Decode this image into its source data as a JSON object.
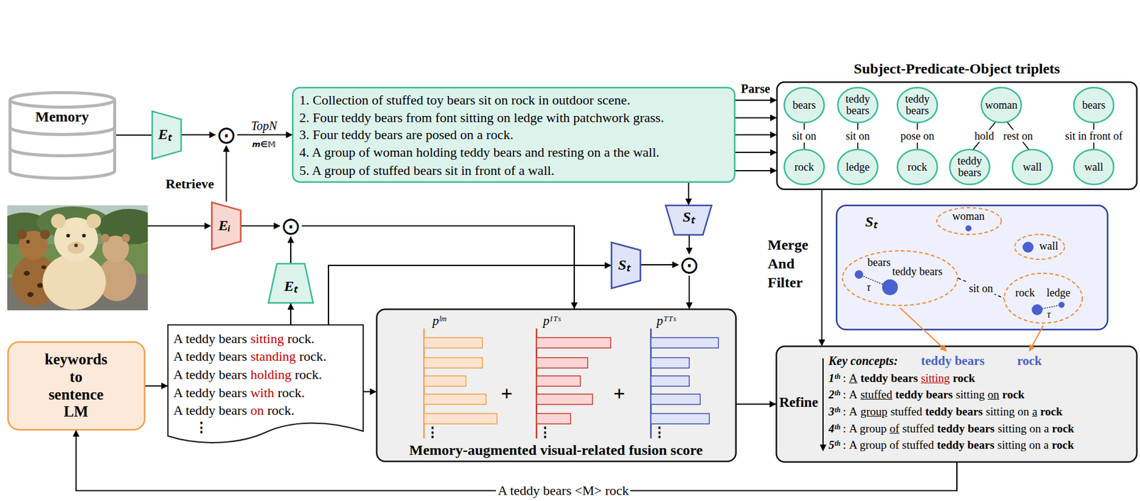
{
  "diagram": {
    "nodes": [
      {
        "text": [
          "Memory"
        ]
      },
      {
        "text": [
          "Eₜ"
        ]
      },
      {
        "text": [
          "⊙"
        ]
      },
      {
        "text": [
          "1. Collection of stuffed toy bears sit on rock in outdoor scene.",
          "2. Four teddy bears from font sitting on ledge with patchwork grass.",
          "3. Four teddy bears are posed on a rock.",
          "4. A group of woman holding teddy bears and resting on a the wall.",
          "5. A group of stuffed bears sit in front of a wall."
        ]
      },
      {
        "text": [
          "Subject-Predicate-Object triplets"
        ]
      },
      {
        "text": [
          "bears"
        ],
        "in": 4
      },
      {
        "text": [
          "teddy bears"
        ],
        "in": 4
      },
      {
        "text": [
          "teddy bears"
        ],
        "in": 4
      },
      {
        "text": [
          "woman"
        ],
        "in": 4
      },
      {
        "text": [
          "bears"
        ],
        "in": 4
      },
      {
        "text": [
          "rock"
        ],
        "in": 4
      },
      {
        "text": [
          "ledge"
        ],
        "in": 4
      },
      {
        "text": [
          "rock"
        ],
        "in": 4
      },
      {
        "text": [
          "teddy bears"
        ],
        "in": 4
      },
      {
        "text": [
          "wall"
        ],
        "in": 4
      },
      {
        "text": [
          "wall"
        ],
        "in": 4
      },
      {
        "text": [
          "Eᵢ"
        ]
      },
      {
        "text": [
          "⊙"
        ]
      },
      {
        "text": [
          "Sₜ"
        ]
      },
      {
        "text": [
          "Sₜ"
        ]
      },
      {
        "text": [
          "⊙"
        ]
      },
      {
        "text": [
          "Sₜ"
        ]
      },
      {
        "text": [
          "woman"
        ],
        "in": 21
      },
      {
        "text": [
          "wall"
        ],
        "in": 21
      },
      {
        "text": [
          "bears",
          "teddy bears",
          "τ"
        ],
        "in": 21
      },
      {
        "text": [
          "rock",
          "ledge",
          "τ"
        ],
        "in": 21
      },
      {
        "text": [
          "Eₜ"
        ]
      },
      {
        "text": [
          "keywords to sentence LM"
        ]
      },
      {
        "text": [
          "A teddy bears",
          "sitting",
          "rock.",
          "A teddy bears",
          "standing",
          "rock.",
          "A teddy bears",
          "holding",
          "rock.",
          "A teddy bears",
          "with",
          "rock.",
          "A teddy bears",
          "on",
          "rock.",
          "⋮"
        ]
      },
      {
        "text": [
          "pˡᵐ",
          "pᴵᵀˢ",
          "pᵀᵀˢ",
          "+",
          "+",
          "⋮",
          "⋮",
          "⋮",
          "Memory-augmented visual-related fusion score"
        ]
      },
      {
        "text": [
          "Refine",
          "Key concepts:",
          "teddy bears",
          "rock",
          "1ᵗʰ",
          ":",
          "A",
          "teddy bears",
          "sitting",
          "rock",
          "2ᵗʰ",
          ":",
          "A",
          "stuffed",
          "teddy bears",
          "sitting",
          "on",
          "rock",
          "3ᵗʰ",
          ":",
          "A",
          "group",
          "stuffed",
          "teddy bears",
          "sitting on",
          "a",
          "rock",
          "4ᵗʰ",
          ":",
          "A group",
          "of",
          "stuffed",
          "teddy bears",
          "sitting on a",
          "rock",
          "5ᵗʰ",
          ":",
          "A group of stuffed",
          "teddy bears",
          "sitting on a",
          "rock"
        ]
      }
    ],
    "edges": [
      {
        "from": 0,
        "to": 1,
        "arrow": "none"
      },
      {
        "from": 1,
        "to": 2,
        "arrow": "to"
      },
      {
        "from": 2,
        "to": 3,
        "arrow": "to"
      },
      {
        "from": 16,
        "to": 2,
        "arrow": "to"
      },
      {
        "from": 16,
        "to": 17,
        "arrow": "to"
      },
      {
        "from": 26,
        "to": 17,
        "arrow": "to"
      },
      {
        "from": 28,
        "to": 26,
        "arrow": "to"
      },
      {
        "from": 27,
        "to": 28,
        "arrow": "to"
      },
      {
        "from": 28,
        "to": 29,
        "arrow": "to"
      },
      {
        "from": 17,
        "to": 29,
        "arrow": "to"
      },
      {
        "from": 28,
        "to": 19,
        "arrow": "to"
      },
      {
        "from": 19,
        "to": 20,
        "arrow": "to"
      },
      {
        "from": 3,
        "to": 18,
        "arrow": "to"
      },
      {
        "from": 18,
        "to": 20,
        "arrow": "to"
      },
      {
        "from": 20,
        "to": 29,
        "arrow": "to"
      },
      {
        "from": 3,
        "to": 4,
        "arrow": "to"
      },
      {
        "from": 3,
        "to": 4,
        "arrow": "to"
      },
      {
        "from": 3,
        "to": 4,
        "arrow": "to"
      },
      {
        "from": 3,
        "to": 4,
        "arrow": "to"
      },
      {
        "from": 3,
        "to": 4,
        "arrow": "to"
      },
      {
        "from": 4,
        "to": 30,
        "arrow": "to"
      },
      {
        "from": 29,
        "to": 30,
        "arrow": "to"
      },
      {
        "from": 30,
        "to": 27,
        "arrow": "to",
        "label": "A teddy bears <M> rock"
      },
      {
        "from": 5,
        "to": 10,
        "arrow": "none",
        "label": "sit on"
      },
      {
        "from": 6,
        "to": 11,
        "arrow": "none",
        "label": "sit on"
      },
      {
        "from": 7,
        "to": 12,
        "arrow": "none",
        "label": "pose on"
      },
      {
        "from": 8,
        "to": 13,
        "arrow": "none",
        "label": "hold"
      },
      {
        "from": 8,
        "to": 14,
        "arrow": "none",
        "label": "rest on"
      },
      {
        "from": 9,
        "to": 15,
        "arrow": "none",
        "label": "sit in front of"
      },
      {
        "from": 24,
        "to": 25,
        "arrow": "none",
        "label": "sit on"
      }
    ],
    "labels": [
      "TopN",
      "m∈𝕄",
      "Retrieve",
      "Parse",
      "Merge And Filter"
    ]
  }
}
